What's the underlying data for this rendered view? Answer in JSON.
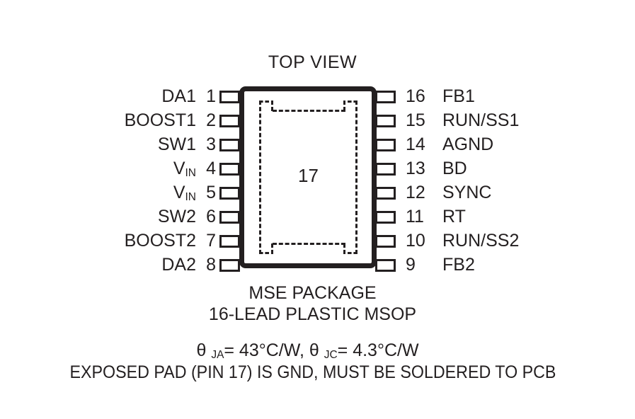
{
  "diagram": {
    "view_title": "TOP VIEW",
    "package_name": "MSE PACKAGE",
    "package_desc": "16-LEAD PLASTIC MSOP",
    "exposed_pad_number": "17",
    "thermal": {
      "theta_ja_symbol": "θ",
      "theta_ja_sub": "JA",
      "theta_ja_value": " = 43°C/W, ",
      "theta_jc_symbol": "θ",
      "theta_jc_sub": "JC",
      "theta_jc_value": " = 4.3°C/W"
    },
    "exposed_pad_note": "EXPOSED PAD (PIN 17) IS GND, MUST BE SOLDERED TO PCB",
    "colors": {
      "ink": "#231f20",
      "background": "#ffffff"
    },
    "left_pins": [
      {
        "num": "1",
        "name": "DA1",
        "sub": ""
      },
      {
        "num": "2",
        "name": "BOOST1",
        "sub": ""
      },
      {
        "num": "3",
        "name": "SW1",
        "sub": ""
      },
      {
        "num": "4",
        "name": "V",
        "sub": "IN"
      },
      {
        "num": "5",
        "name": "V",
        "sub": "IN"
      },
      {
        "num": "6",
        "name": "SW2",
        "sub": ""
      },
      {
        "num": "7",
        "name": "BOOST2",
        "sub": ""
      },
      {
        "num": "8",
        "name": "DA2",
        "sub": ""
      }
    ],
    "right_pins": [
      {
        "num": "16",
        "name": "FB1"
      },
      {
        "num": "15",
        "name": "RUN/SS1"
      },
      {
        "num": "14",
        "name": "AGND"
      },
      {
        "num": "13",
        "name": "BD"
      },
      {
        "num": "12",
        "name": "SYNC"
      },
      {
        "num": "11",
        "name": "RT"
      },
      {
        "num": "10",
        "name": "RUN/SS2"
      },
      {
        "num": "9",
        "name": "FB2"
      }
    ]
  }
}
